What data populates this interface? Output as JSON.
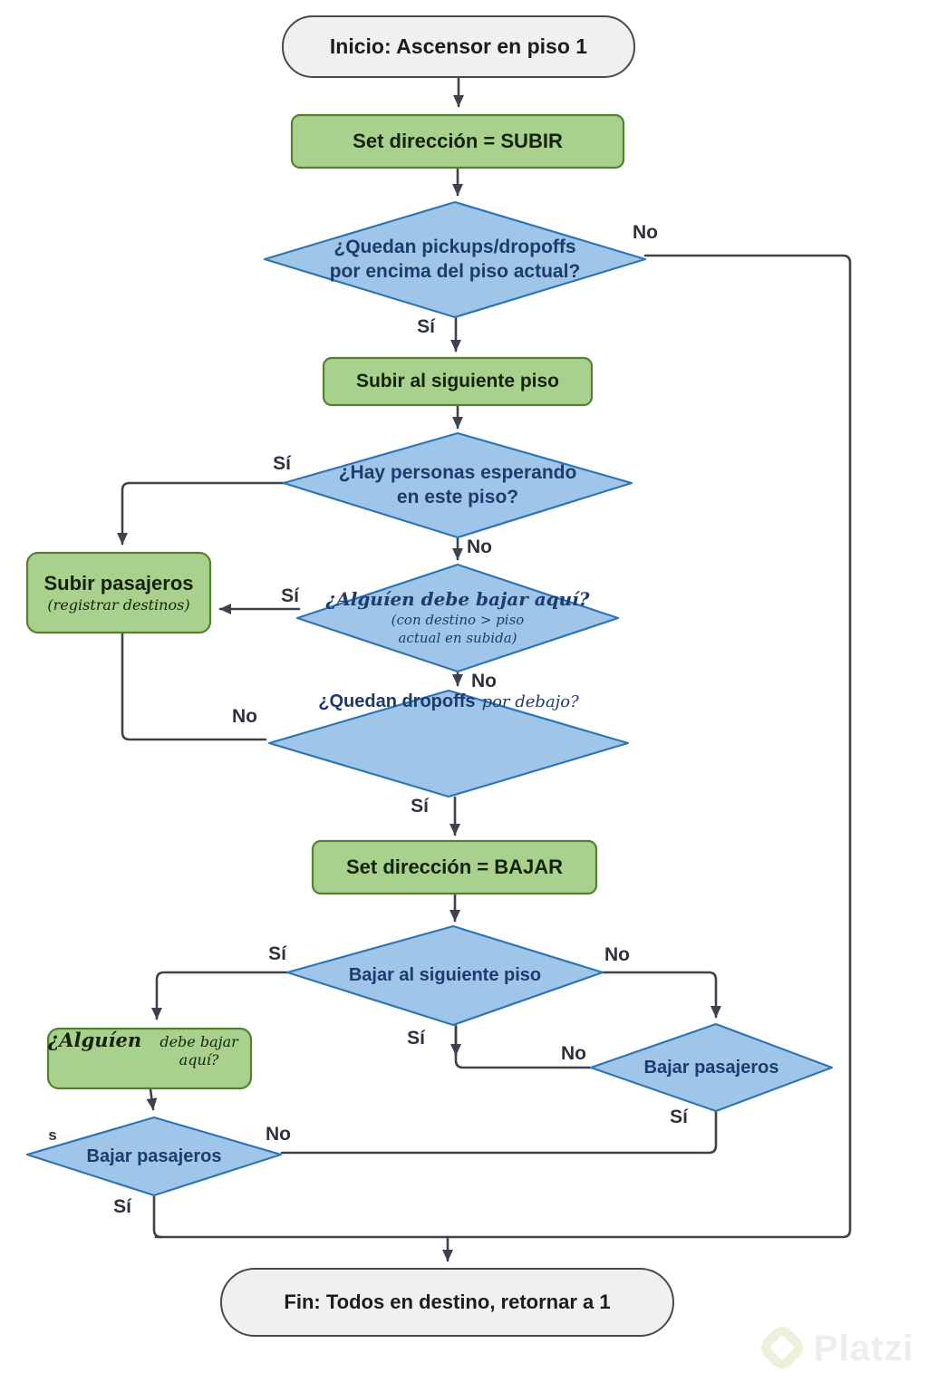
{
  "colors": {
    "process_fill": "#a9d18e",
    "process_border": "#54802f",
    "decision_fill": "#9fc5e8",
    "decision_border": "#2e75b6",
    "terminal_fill": "#f0f0f0",
    "terminal_border": "#4a4a4a",
    "edge": "#3d424d",
    "decision_text": "#1e3b6e",
    "process_text": "#15230d",
    "terminal_text": "#1c1c1c",
    "label_text": "#2e323c",
    "watermark_text": "#ededea",
    "watermark_logo": "#edf0da"
  },
  "nodes": {
    "start": {
      "type": "terminal",
      "label": "Inicio: Ascensor en piso 1"
    },
    "set_subir": {
      "type": "process",
      "label": "Set dirección = SUBIR"
    },
    "pickups_above": {
      "type": "decision",
      "label": "¿Quedan pickups/dropoffs\npor encima del piso actual?"
    },
    "subir_piso": {
      "type": "process",
      "label": "Subir al siguiente piso"
    },
    "personas_esperando": {
      "type": "decision",
      "label": "¿Hay personas esperando\nen este piso?"
    },
    "subir_pasajeros": {
      "type": "process",
      "label": "Subir pasajeros",
      "sublabel": "(registrar destinos)"
    },
    "bajar_aqui_subida": {
      "type": "decision",
      "label": "¿Alguíen debe bajar aquí?",
      "sublabel": "(con destino > piso\nactual en subida)"
    },
    "dropoffs_debajo": {
      "type": "decision",
      "label": "¿Quedan dropoffs",
      "sublabel": "por debajo?"
    },
    "set_bajar": {
      "type": "process",
      "label": "Set dirección = BAJAR"
    },
    "bajar_piso": {
      "type": "decision",
      "label": "Bajar al siguiente piso"
    },
    "bajar_aqui_bajada": {
      "type": "process",
      "label": "¿Alguíen",
      "sublabel": "debe bajar aquí?"
    },
    "bajar_pasajeros_izq": {
      "type": "decision",
      "label": "Bajar pasajeros"
    },
    "bajar_pasajeros_der": {
      "type": "decision",
      "label": "Bajar pasajeros"
    },
    "fin": {
      "type": "terminal",
      "label": "Fin: Todos en destino, retornar a 1"
    }
  },
  "edge_labels": {
    "yes": "Sí",
    "no": "No",
    "stray": "s"
  },
  "watermark": {
    "text": "Platzi"
  }
}
